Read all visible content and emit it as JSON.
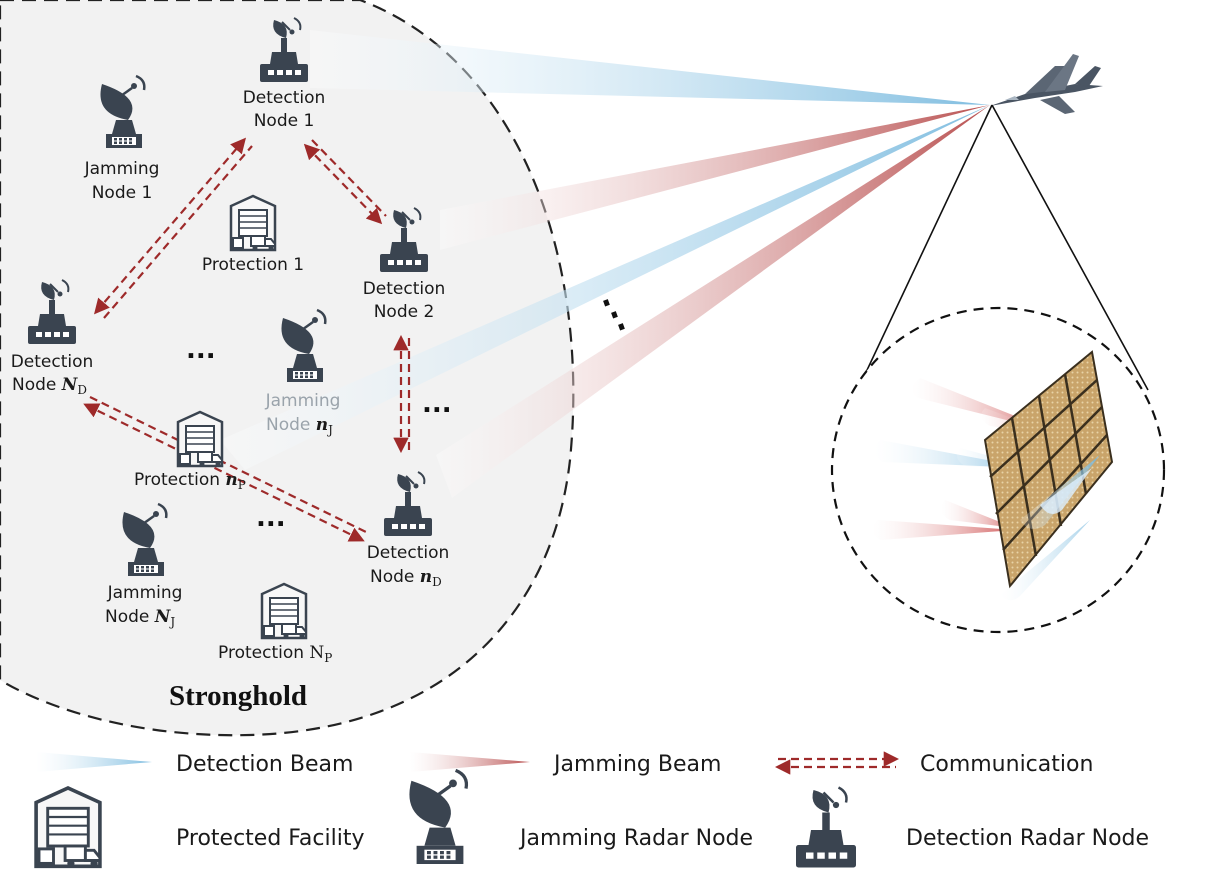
{
  "stronghold_label": "Stronghold",
  "nodes": {
    "detection_1": {
      "line1": "Detection",
      "line2": "Node 1"
    },
    "detection_2": {
      "line1": "Detection",
      "line2": "Node 2"
    },
    "detection_nd": {
      "line1": "Detection",
      "line2": "Node",
      "var": "n",
      "sub": "D"
    },
    "detection_ND": {
      "line1": "Detection",
      "line2": "Node",
      "var": "N",
      "sub": "D"
    },
    "jamming_1": {
      "line1": "Jamming",
      "line2": "Node 1"
    },
    "jamming_nj": {
      "line1": "Jamming",
      "line2": "Node",
      "var": "n",
      "sub": "J"
    },
    "jamming_NJ": {
      "line1": "Jamming",
      "line2": "Node",
      "var": "N",
      "sub": "J"
    },
    "protection_1": {
      "text": "Protection 1"
    },
    "protection_np": {
      "text": "Protection",
      "var": "n",
      "sub": "P"
    },
    "protection_NP": {
      "text": "Protection",
      "var": "N",
      "sub": "P"
    }
  },
  "ellipsis": "...",
  "legend": {
    "detection_beam": "Detection Beam",
    "jamming_beam": "Jamming Beam",
    "communication": "Communication",
    "protected_facility": "Protected Facility",
    "jamming_radar_node": "Jamming Radar Node",
    "detection_radar_node": "Detection Radar Node"
  },
  "colors": {
    "detection_beam": "#a9d3ea",
    "jamming_beam": "#e88d8d",
    "communication": "#9e2a2a",
    "stronghold_fill": "#f2f2f2",
    "icon_dark": "#3a4450",
    "panel_gold": "#c9a46a"
  }
}
